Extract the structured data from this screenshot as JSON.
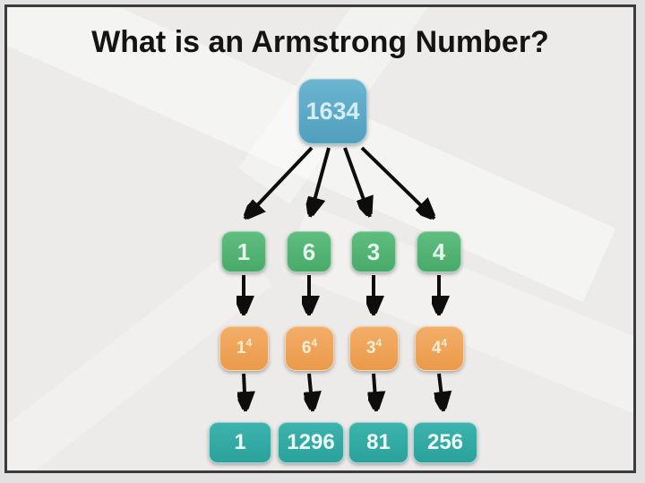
{
  "slide": {
    "title": "What is an Armstrong Number?",
    "root": {
      "value": "1634"
    },
    "digits": [
      "1",
      "6",
      "3",
      "4"
    ],
    "powers": [
      {
        "base": "1",
        "exponent": "4"
      },
      {
        "base": "6",
        "exponent": "4"
      },
      {
        "base": "3",
        "exponent": "4"
      },
      {
        "base": "4",
        "exponent": "4"
      }
    ],
    "results": [
      "1",
      "1296",
      "81",
      "256"
    ],
    "colors": {
      "root_box": "#55a9c7",
      "digit_box": "#52b374",
      "power_box": "#efa458",
      "result_box": "#33aba4",
      "arrow": "#0d0d0d",
      "slide_border": "#3b3b3b",
      "slide_background": "#ecebe9",
      "title_text": "#141414"
    }
  }
}
